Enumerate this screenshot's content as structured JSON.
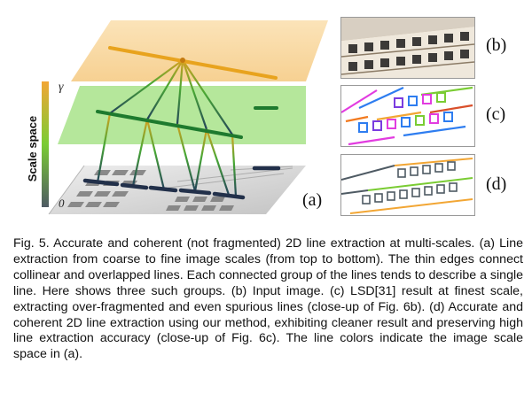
{
  "figure": {
    "scale_axis": {
      "title": "Scale space",
      "top_label": "γ",
      "bottom_label": "0"
    },
    "panel_labels": {
      "a": "(a)",
      "b": "(b)",
      "c": "(c)",
      "d": "(d)"
    },
    "colors": {
      "scale_top": "#F2A634",
      "scale_mid": "#7ACC33",
      "scale_bottom": "#4E5A63",
      "top_plane": "#F8D9A3",
      "middle_plane": "#A8E38A",
      "bottom_plane": "#D3D3D3",
      "coarse_line": "#E8A31E",
      "mid_line": "#1E7A2E",
      "fine_line": "#22304A"
    },
    "insets": [
      {
        "id": "b",
        "content": "Input image"
      },
      {
        "id": "c",
        "content": "LSD result at finest scale"
      },
      {
        "id": "d",
        "content": "Our method result"
      }
    ]
  },
  "caption": "Fig. 5. Accurate and coherent (not fragmented) 2D line extraction at multi-scales. (a) Line extraction from coarse to fine image scales (from top to bottom). The thin edges connect collinear and overlapped lines. Each connected group of the lines tends to describe a single line. Here shows three such groups. (b) Input image. (c) LSD[31] result at finest scale, extracting over-fragmented and even spurious lines (close-up of Fig. 6b). (d) Accurate and coherent 2D line extraction using our method, exhibiting cleaner result and preserving high line extraction accuracy (close-up of Fig. 6c). The line colors indicate the image scale space in (a)."
}
